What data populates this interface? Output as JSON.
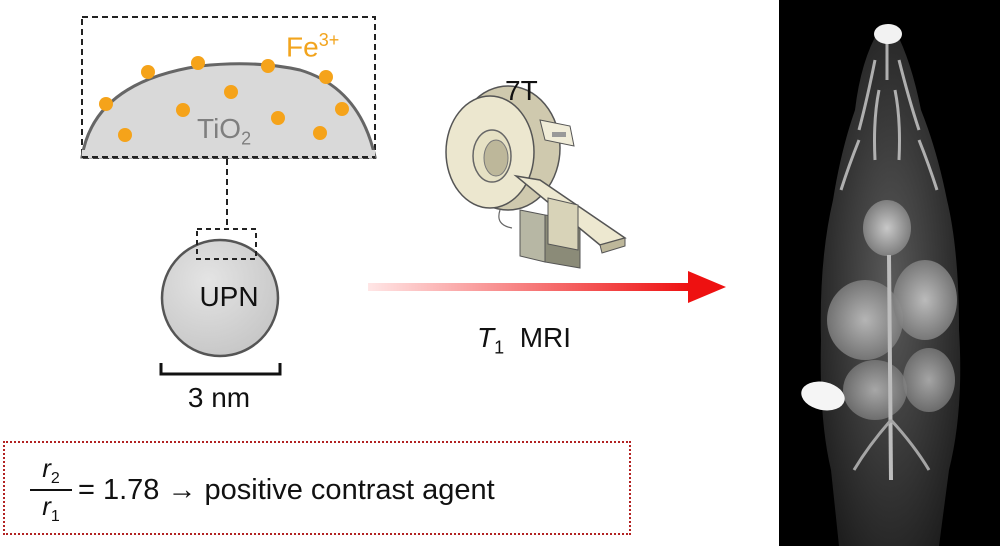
{
  "diagram": {
    "ion_label": "Fe",
    "ion_charge": "3+",
    "shell_label": "TiO",
    "shell_subscript": "2",
    "core_label": "UPN",
    "scale_label": "3 nm",
    "field_strength": "7T",
    "technique_italic": "T",
    "technique_subscript": "1",
    "technique_label": "MRI",
    "ratio_numerator": "r",
    "ratio_numerator_sub": "2",
    "ratio_denominator": "r",
    "ratio_denominator_sub": "1",
    "ratio_statement": "= 1.78 → positive contrast agent"
  },
  "colors": {
    "ion": "#f2a41d",
    "shell": "#d9d9d9",
    "arrow": "#ee1111",
    "ratio_border": "#b22222"
  }
}
